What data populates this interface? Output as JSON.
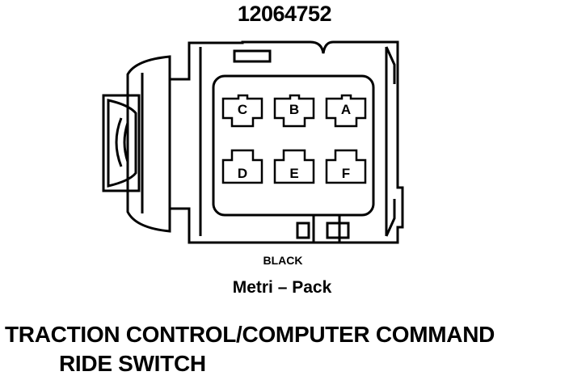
{
  "connector": {
    "part_number": "12064752",
    "color": "BLACK",
    "type": "Metri – Pack",
    "pins": [
      "C",
      "B",
      "A",
      "D",
      "E",
      "F"
    ]
  },
  "caption": {
    "line1": "TRACTION CONTROL/COMPUTER COMMAND",
    "line2": "RIDE SWITCH"
  }
}
